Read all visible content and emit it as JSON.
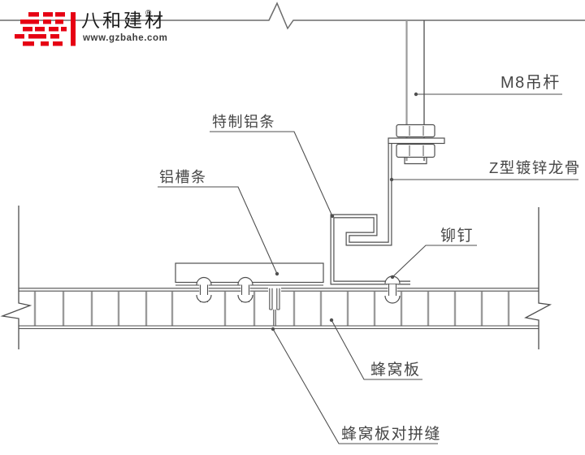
{
  "colors": {
    "logo_red": "#e60013",
    "line_dark": "#4f4f4f",
    "line_gray": "#9b9b9b",
    "background": "#ffffff"
  },
  "logo": {
    "brand": "八和建材",
    "registered": "®",
    "website": "www.gzbahe.com"
  },
  "drawing": {
    "labels": {
      "hanger_rod": "M8吊杆",
      "z_keel": "Z型镀锌龙骨",
      "special_alu_strip": "特制铝条",
      "alu_channel_strip": "铝槽条",
      "rivet": "铆钉",
      "honeycomb_panel": "蜂窝板",
      "panel_butt_joint": "蜂窝板对拼缝"
    }
  }
}
